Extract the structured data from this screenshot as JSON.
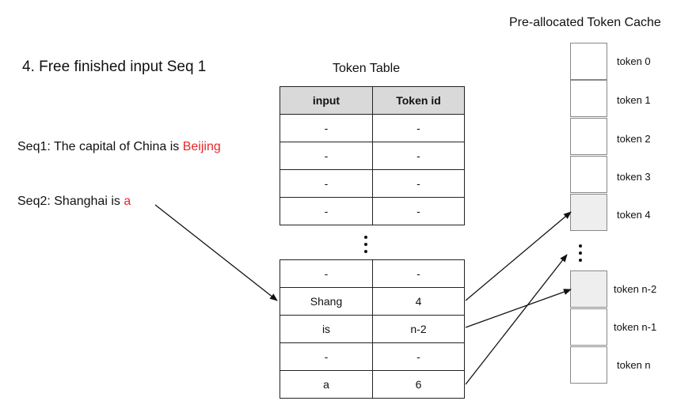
{
  "step_title": "4. Free finished input Seq 1",
  "seq1": {
    "prefix": "Seq1: The capital of China is ",
    "highlight": "Beijing"
  },
  "seq2": {
    "prefix": "Seq2: Shanghai is ",
    "highlight": "a"
  },
  "token_table": {
    "title": "Token Table",
    "headers": [
      "input",
      "Token id"
    ],
    "top_rows": [
      [
        "-",
        "-"
      ],
      [
        "-",
        "-"
      ],
      [
        "-",
        "-"
      ],
      [
        "-",
        "-"
      ]
    ],
    "bottom_rows": [
      [
        "-",
        "-"
      ],
      [
        "Shang",
        "4"
      ],
      [
        "is",
        "n-2"
      ],
      [
        "-",
        "-"
      ],
      [
        "a",
        "6"
      ]
    ]
  },
  "token_cache": {
    "title": "Pre-allocated Token Cache",
    "top_cells": [
      {
        "label": "token 0",
        "highlighted": false
      },
      {
        "label": "token 1",
        "highlighted": false
      },
      {
        "label": "token 2",
        "highlighted": false
      },
      {
        "label": "token 3",
        "highlighted": false
      },
      {
        "label": "token 4",
        "highlighted": true
      }
    ],
    "bottom_cells": [
      {
        "label": "token n-2",
        "highlighted": true
      },
      {
        "label": "token n-1",
        "highlighted": false
      },
      {
        "label": "token n",
        "highlighted": false
      }
    ]
  },
  "colors": {
    "highlight_text": "#e8262a",
    "header_fill": "#d9d9d9",
    "used_cell_fill": "#eeeeee"
  }
}
